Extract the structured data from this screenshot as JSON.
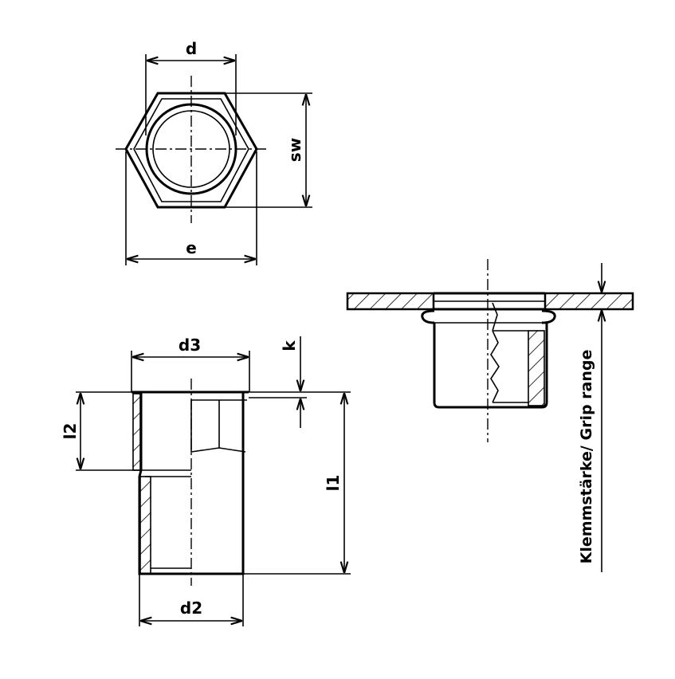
{
  "drawing": {
    "top_view": {
      "label_d": "d",
      "label_sw": "sw",
      "label_e": "e"
    },
    "side_view": {
      "label_d3": "d3",
      "label_k": "k",
      "label_l2": "l2",
      "label_l1": "l1",
      "label_d2": "d2"
    },
    "installed_view": {
      "label_grip": "Klemmstärke/ Grip range"
    }
  }
}
